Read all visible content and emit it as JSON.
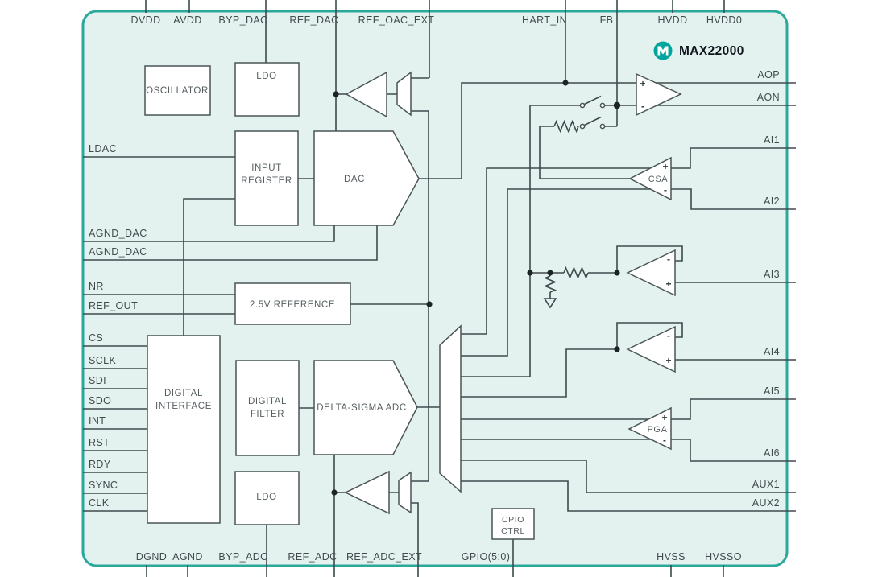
{
  "header": {
    "part_number": "MAX22000",
    "logo": "maxim-logo"
  },
  "pins": {
    "top": [
      "DVDD",
      "AVDD",
      "BYP_DAC",
      "REF_DAC",
      "REF_OAC_EXT",
      "HART_IN",
      "FB",
      "HVDD",
      "HVDD0"
    ],
    "bottom": [
      "DGND",
      "AGND",
      "BYP_ADC",
      "REF_ADC",
      "REF_ADC_EXT",
      "GPIO(5:0)",
      "HVSS",
      "HVSSO"
    ],
    "left": [
      "LDAC",
      "AGND_DAC",
      "AGND_DAC",
      "NR",
      "REF_OUT",
      "CS",
      "SCLK",
      "SDI",
      "SDO",
      "INT",
      "RST",
      "RDY",
      "SYNC",
      "CLK"
    ],
    "right": [
      "AOP",
      "AON",
      "AI1",
      "AI2",
      "AI3",
      "AI4",
      "AI5",
      "AI6",
      "AUX1",
      "AUX2"
    ]
  },
  "blocks": {
    "oscillator": "OSCILLATOR",
    "ldo_top": "LDO",
    "input_register": [
      "INPUT",
      "REGISTER"
    ],
    "dac": "DAC",
    "reference": "2.5V REFERENCE",
    "digital_interface": [
      "DIGITAL",
      "INTERFACE"
    ],
    "digital_filter": [
      "DIGITAL",
      "FILTER"
    ],
    "adc": "DELTA-SIGMA ADC",
    "ldo_bottom": "LDO",
    "gpio_ctrl": [
      "CPIO",
      "CTRL"
    ]
  },
  "amplifiers": {
    "csa": "CSA",
    "pga": "PGA"
  },
  "signs": {
    "plus": "+",
    "minus": "-"
  },
  "colors": {
    "chip_fill": "#e4f2ef",
    "chip_border": "#2ba89c",
    "wire": "#3e4a4d",
    "logo_teal": "#00a59e"
  }
}
